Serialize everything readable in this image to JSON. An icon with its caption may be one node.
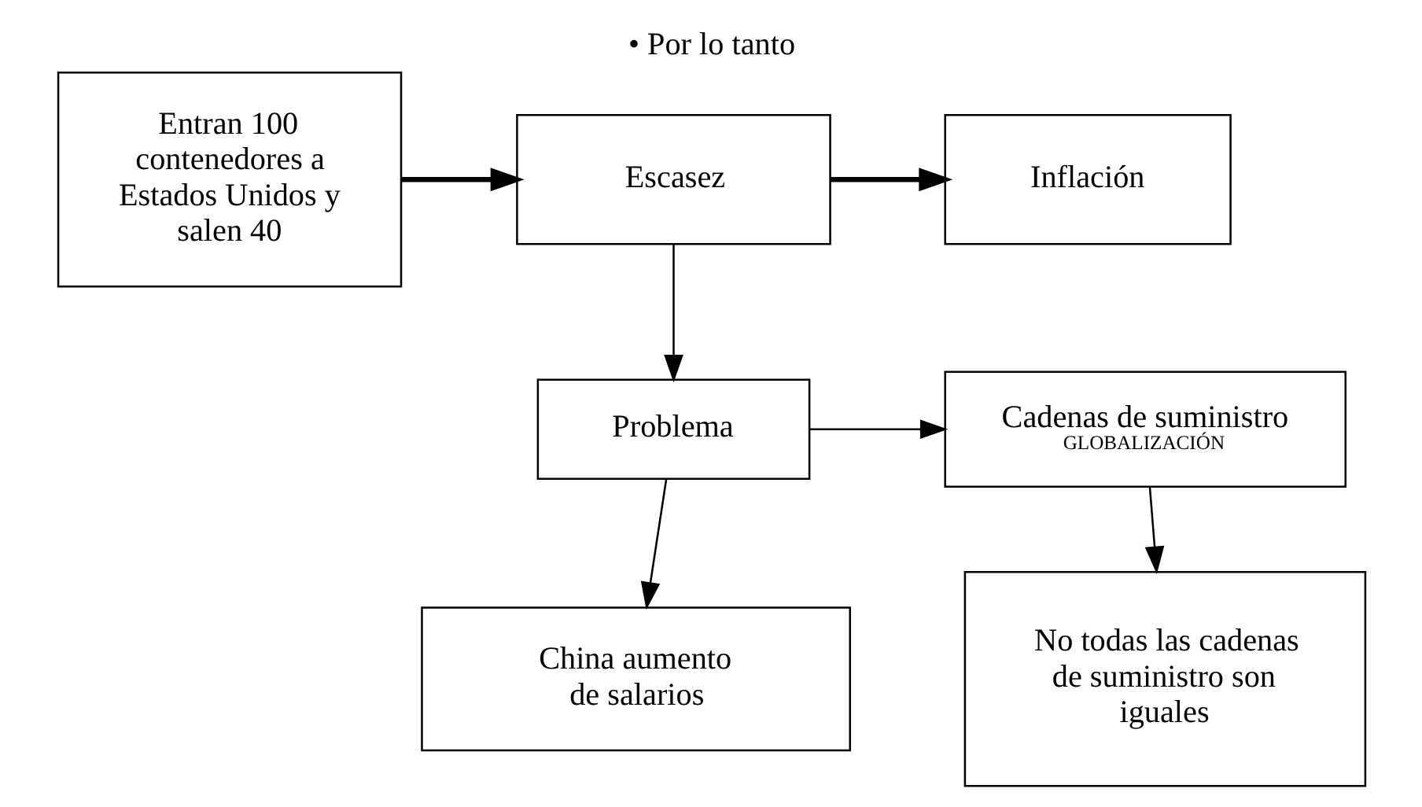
{
  "diagram": {
    "title": "• Por lo tanto",
    "nodes": [
      {
        "text": [
          "Entran 100 contenedores a Estados Unidos y salen 40"
        ]
      },
      {
        "text": [
          "Escasez"
        ]
      },
      {
        "text": [
          "Inflación"
        ]
      },
      {
        "text": [
          "Problema"
        ]
      },
      {
        "text": [
          "Cadenas de suministro",
          "GLOBALIZACIÓN"
        ]
      },
      {
        "text": [
          "No todas las cadenas de suministro son iguales"
        ]
      },
      {
        "text": [
          "China aumento de salarios"
        ]
      }
    ],
    "edges": [
      {
        "from": 0,
        "to": 1,
        "arrow": "to",
        "style": "thick"
      },
      {
        "from": 1,
        "to": 2,
        "arrow": "to",
        "style": "thick"
      },
      {
        "from": 1,
        "to": 3,
        "arrow": "to"
      },
      {
        "from": 3,
        "to": 4,
        "arrow": "to"
      },
      {
        "from": 4,
        "to": 5,
        "arrow": "to"
      },
      {
        "from": 3,
        "to": 6,
        "arrow": "to"
      }
    ]
  }
}
